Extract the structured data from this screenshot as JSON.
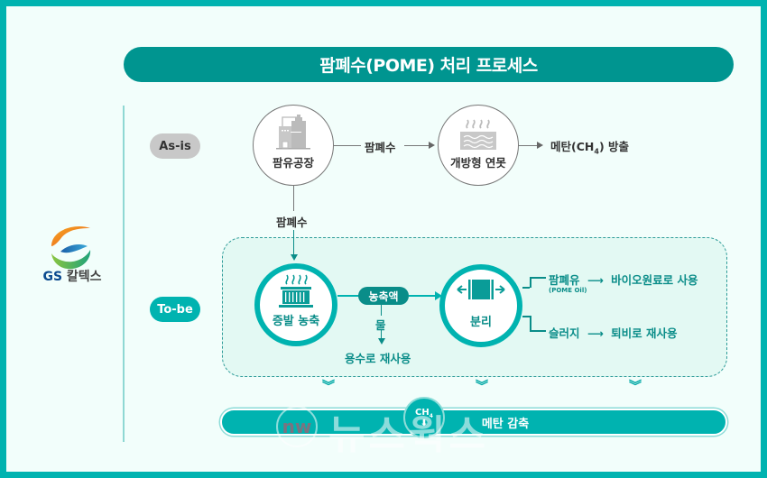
{
  "title": "팜폐수(POME) 처리 프로세스",
  "logo": {
    "brand": "GS",
    "name": "칼텍스"
  },
  "rows": {
    "as_is": {
      "label": "As-is",
      "node1": {
        "label": "팜유공장",
        "icon": "factory-icon"
      },
      "edge1": "팜폐수",
      "node2": {
        "label": "개방형 연못",
        "icon": "open-pond-icon"
      },
      "result": "메탄(CH",
      "result_sub": "4",
      "result_tail": ") 방출"
    },
    "down_edge": "팜폐수",
    "to_be": {
      "label": "To-be",
      "node1": {
        "label": "증발 농축",
        "icon": "evaporator-icon"
      },
      "concentrate_badge": "농축액",
      "water_label": "물",
      "water_result": "용수로 재사용",
      "node2": {
        "label": "분리",
        "icon": "separator-icon"
      },
      "outputs": [
        {
          "name": "팜폐유",
          "sub": "(POME Oil)",
          "result": "바이오원료로 사용"
        },
        {
          "name": "슬러지",
          "sub": "",
          "result": "퇴비로 재사용"
        }
      ]
    }
  },
  "bottom": {
    "icon": "ch4-cloud-icon",
    "icon_text": "CH",
    "icon_sub": "4",
    "label": "메탄 감축"
  },
  "watermark": "뉴스웍스",
  "colors": {
    "frame": "#00b3b0",
    "title_bg": "#009590",
    "teal": "#00b3b0",
    "teal_dark": "#0a8d89",
    "background": "#f2fefb",
    "gray_pill": "#c8c8c8"
  }
}
